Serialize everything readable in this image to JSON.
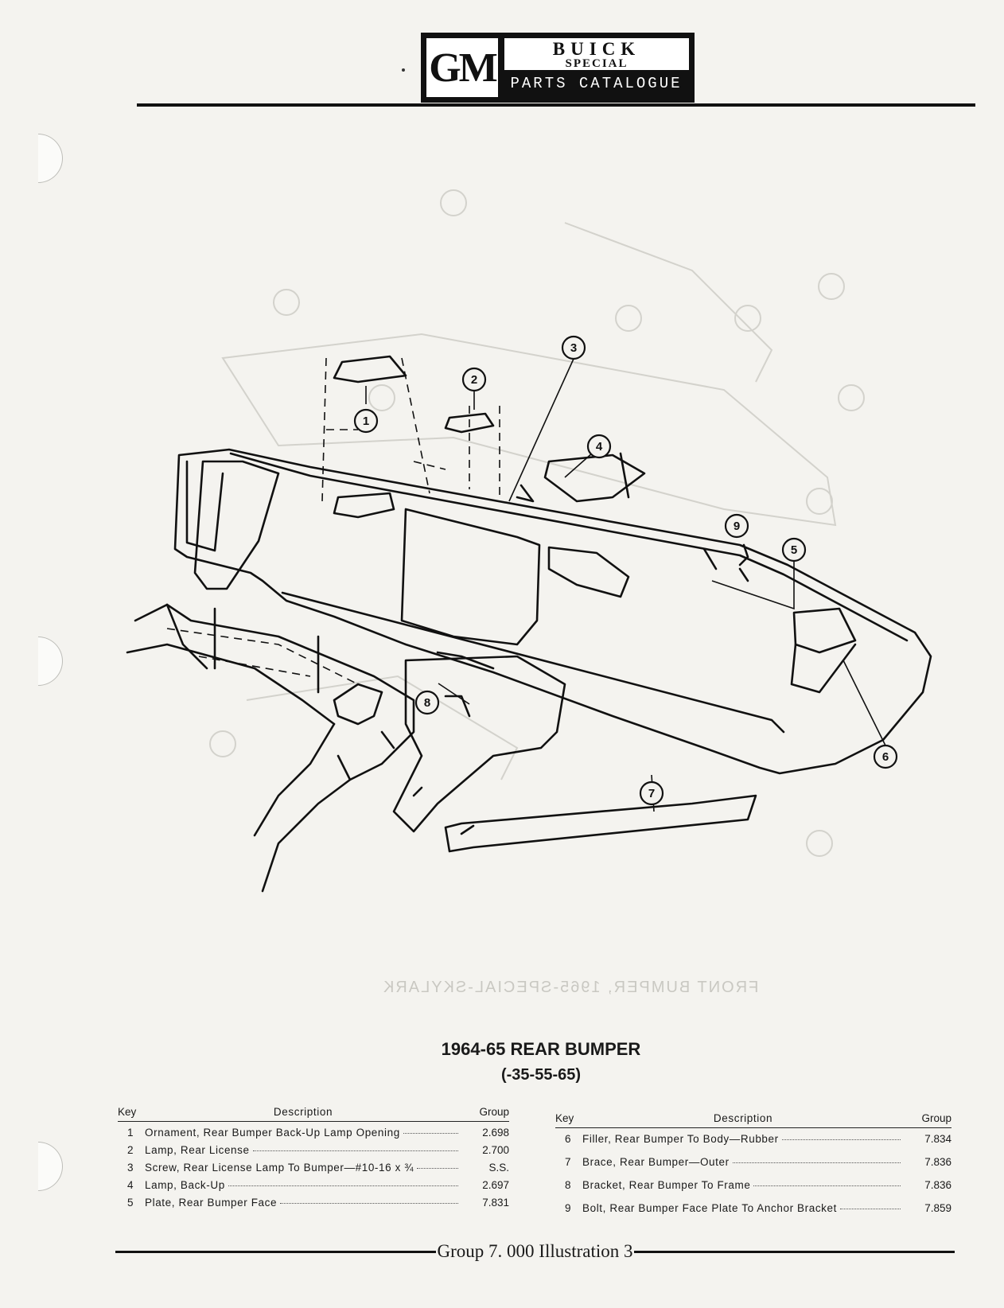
{
  "header": {
    "logo": "GM",
    "brand": "BUICK",
    "line": "SPECIAL",
    "catalogue": "PARTS CATALOGUE"
  },
  "callouts": [
    "1",
    "2",
    "3",
    "4",
    "5",
    "6",
    "7",
    "8",
    "9"
  ],
  "ghost_text": "FRONT BUMPER, 1965-SPECIAL-SKYLARK",
  "title": "1964-65 REAR BUMPER",
  "subtitle": "(-35-55-65)",
  "columns": {
    "key": "Key",
    "description": "Description",
    "group": "Group"
  },
  "parts_left": [
    {
      "key": "1",
      "description": "Ornament, Rear Bumper Back-Up Lamp Opening",
      "group": "2.698"
    },
    {
      "key": "2",
      "description": "Lamp, Rear License",
      "group": "2.700"
    },
    {
      "key": "3",
      "description": "Screw, Rear License Lamp To Bumper—#10-16 x ¾",
      "group": "S.S."
    },
    {
      "key": "4",
      "description": "Lamp, Back-Up",
      "group": "2.697"
    },
    {
      "key": "5",
      "description": "Plate, Rear Bumper Face",
      "group": "7.831"
    }
  ],
  "parts_right": [
    {
      "key": "6",
      "description": "Filler, Rear Bumper To Body—Rubber",
      "group": "7.834"
    },
    {
      "key": "7",
      "description": "Brace, Rear Bumper—Outer",
      "group": "7.836"
    },
    {
      "key": "8",
      "description": "Bracket, Rear Bumper To Frame",
      "group": "7.836"
    },
    {
      "key": "9",
      "description": "Bolt, Rear Bumper Face Plate To Anchor Bracket",
      "group": "7.859"
    }
  ],
  "footer": "Group 7. 000 Illustration 3"
}
